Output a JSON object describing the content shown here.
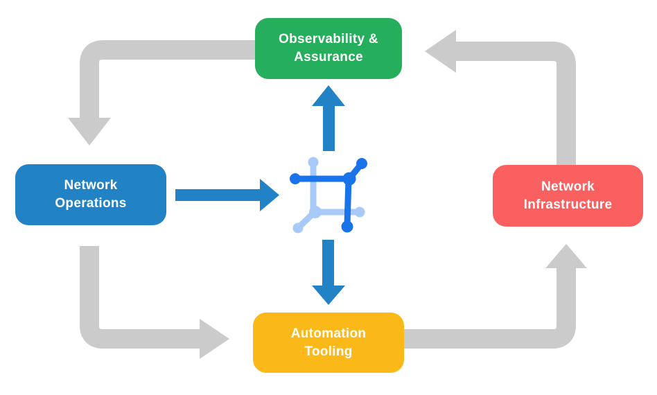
{
  "diagram": {
    "background": "#ffffff",
    "text_color": "#ffffff",
    "nodes": {
      "observability": {
        "label_lines": [
          "Observability &",
          "Assurance"
        ],
        "color": "#25AF5C"
      },
      "operations": {
        "label_lines": [
          "Network",
          "Operations"
        ],
        "color": "#2183C5"
      },
      "infrastructure": {
        "label_lines": [
          "Network",
          "Infrastructure"
        ],
        "color": "#FA6060"
      },
      "automation": {
        "label_lines": [
          "Automation",
          "Tooling"
        ],
        "color": "#FBB919"
      }
    },
    "center_icon": {
      "name": "network-mesh-icon",
      "color_dark": "#1A73E8",
      "color_light": "#A8CAF8"
    },
    "arrows": {
      "cycle_color": "#CBCBCB",
      "flow_color": "#2183C5",
      "cycle": [
        {
          "from": "Observability & Assurance",
          "to": "Network Operations"
        },
        {
          "from": "Network Operations",
          "to": "Automation Tooling"
        },
        {
          "from": "Automation Tooling",
          "to": "Network Infrastructure"
        },
        {
          "from": "Network Infrastructure",
          "to": "Observability & Assurance"
        }
      ],
      "flows": [
        {
          "from": "Network Operations",
          "to": "center-icon"
        },
        {
          "from": "center-icon",
          "to": "Observability & Assurance"
        },
        {
          "from": "center-icon",
          "to": "Automation Tooling"
        }
      ]
    }
  }
}
